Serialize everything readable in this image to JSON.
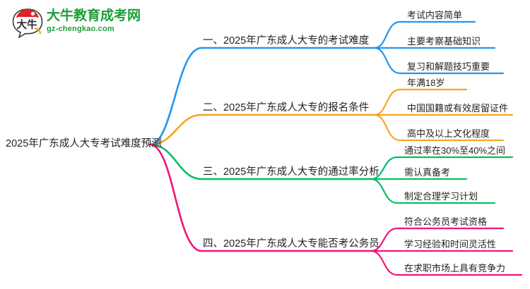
{
  "logo": {
    "mark_name": "daniu-bull-logo-icon",
    "title": "大牛教育成考网",
    "subtitle": "gz-chengkao.com",
    "color": "#1f9c3a"
  },
  "mindmap": {
    "root": {
      "label": "2025年广东成人大专考试难度预测"
    },
    "branches": [
      {
        "label": "一、2025年广东成人大专的考试难度",
        "color": "#2196f3",
        "leaves": [
          {
            "label": "考试内容简单"
          },
          {
            "label": "主要考察基础知识"
          },
          {
            "label": "复习和解题技巧重要"
          }
        ]
      },
      {
        "label": "二、2025年广东成人大专的报名条件",
        "color": "#f5a623",
        "leaves": [
          {
            "label": "年满18岁"
          },
          {
            "label": "中国国籍或有效居留证件"
          },
          {
            "label": "高中及以上文化程度"
          }
        ]
      },
      {
        "label": "三、2025年广东成人大专的通过率分析",
        "color": "#00c166",
        "leaves": [
          {
            "label": "通过率在30%至40%之间"
          },
          {
            "label": "需认真备考"
          },
          {
            "label": "制定合理学习计划"
          }
        ]
      },
      {
        "label": "四、2025年广东成人大专能否考公务员",
        "color": "#f5127b",
        "leaves": [
          {
            "label": "符合公务员考试资格"
          },
          {
            "label": "学习经验和时间灵活性"
          },
          {
            "label": "在求职市场上具有竞争力"
          }
        ]
      }
    ]
  }
}
